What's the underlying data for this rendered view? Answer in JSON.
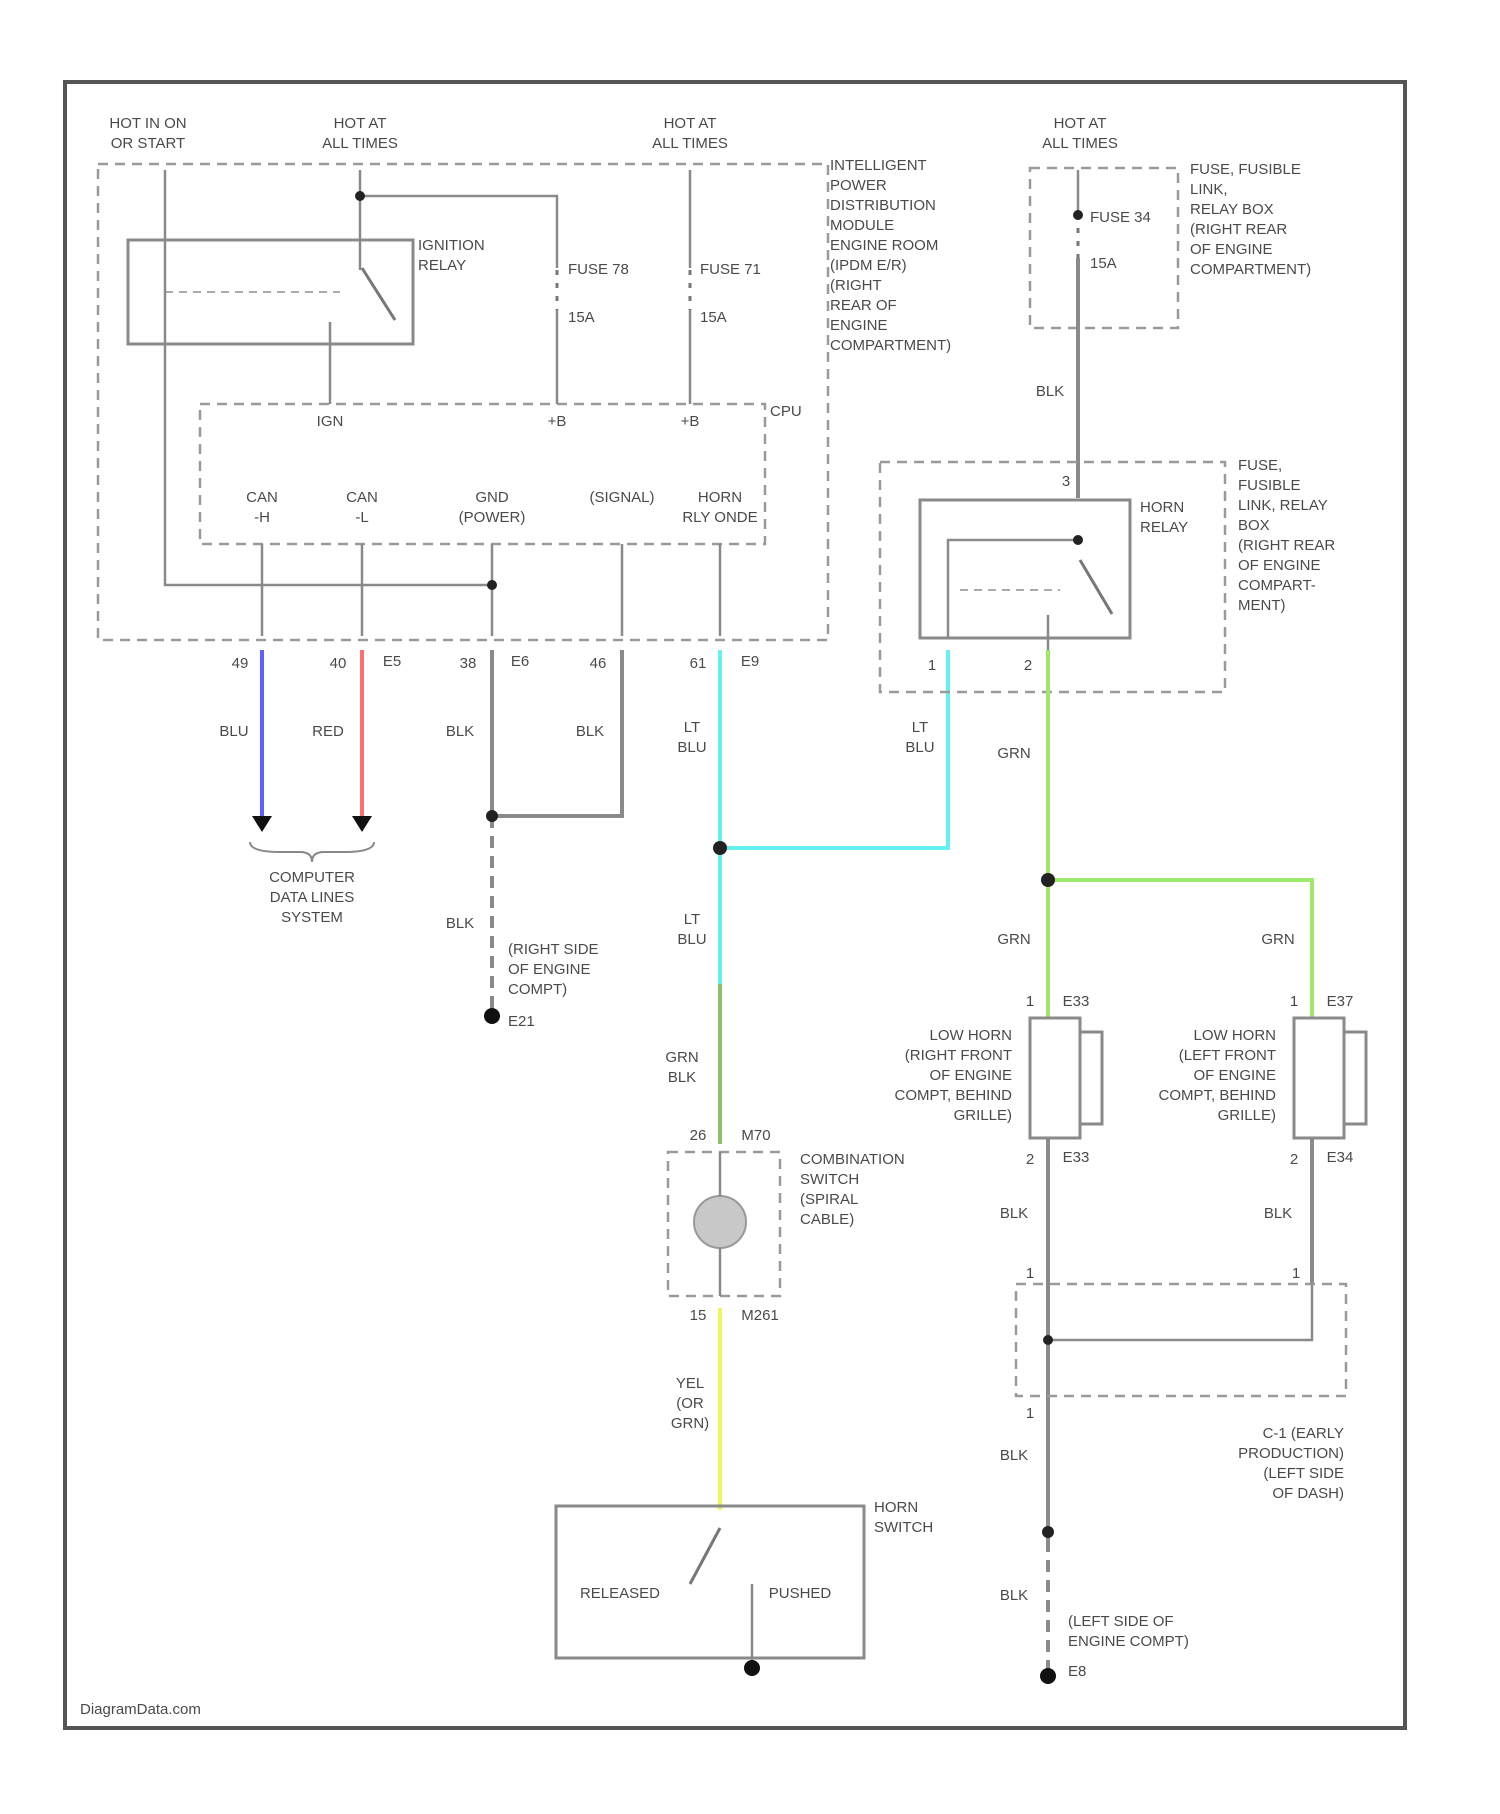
{
  "colors": {
    "border": "#555555",
    "wire_gray": "#8a8a8a",
    "can_h": "#6060ff",
    "can_l": "#ff7070",
    "lt_blu": "#66f0f0",
    "grn": "#9ee86a",
    "yel_grn": "#f2f25a",
    "grn_blk": "#8fbf6a"
  },
  "diagram": {
    "top": {
      "hot_in_on_start": [
        "HOT IN ON",
        "OR START"
      ],
      "hot_at_all_times_1": [
        "HOT AT",
        "ALL TIMES"
      ],
      "hot_at_all_times_2": [
        "HOT AT",
        "ALL TIMES"
      ],
      "hot_at_all_times_3": [
        "HOT AT",
        "ALL TIMES"
      ]
    },
    "ipdm": {
      "label": [
        "INTELLIGENT",
        "POWER",
        "DISTRIBUTION",
        "MODULE",
        "ENGINE ROOM",
        "(IPDM E/R)",
        "(RIGHT",
        "REAR OF",
        "ENGINE",
        "COMPARTMENT)"
      ],
      "ignition_relay": [
        "IGNITION",
        "RELAY"
      ],
      "fuse_78": "FUSE 78",
      "fuse_78_amp": "15A",
      "fuse_71": "FUSE 71",
      "fuse_71_amp": "15A",
      "cpu": "CPU",
      "ign": "IGN",
      "plus_b_1": "+B",
      "plus_b_2": "+B",
      "can_h": [
        "CAN",
        "-H"
      ],
      "can_l": [
        "CAN",
        "-L"
      ],
      "gnd_power": [
        "GND",
        "(POWER)"
      ],
      "gnd_signal": "(SIGNAL)",
      "horn_rly_ond": [
        "HORN",
        "RLY ONDE"
      ]
    },
    "pins": {
      "p1": "49",
      "p2": "40",
      "p2_conn": "E5",
      "p3": "38",
      "p3_conn": "E6",
      "p4": "46",
      "p5": "61",
      "p5_conn": "E9"
    },
    "wires": {
      "blu": "BLU",
      "red": "RED",
      "blk_1": "BLK",
      "blk_2": "BLK",
      "lt_blu_1": [
        "LT",
        "BLU"
      ],
      "lt_blu_2": [
        "LT",
        "BLU"
      ],
      "lt_blu_3": [
        "LT",
        "BLU"
      ],
      "grn_1": "GRN",
      "grn_2": "GRN",
      "grn_3": "GRN",
      "grn_blk": [
        "GRN",
        "BLK"
      ],
      "yel_or_grn": [
        "YEL",
        "(OR",
        "GRN)"
      ],
      "blk_gnd1": "BLK",
      "blk_lh": "BLK",
      "blk_rh": "BLK",
      "blk_4": "BLK",
      "blk_5": "BLK",
      "blk_fuse": "BLK"
    },
    "computer_data": [
      "COMPUTER",
      "DATA LINES",
      "SYSTEM"
    ],
    "ground_e21": [
      "(RIGHT SIDE",
      "OF ENGINE",
      "COMPT)"
    ],
    "ground_e21_id": "E21",
    "fuse_box": {
      "fuse": "FUSE 34",
      "amp": "15A",
      "label": [
        "FUSE, FUSIBLE",
        "LINK,",
        "RELAY BOX",
        "(RIGHT REAR",
        "OF ENGINE",
        "COMPARTMENT)"
      ]
    },
    "horn_relay": {
      "label": [
        "HORN",
        "RELAY"
      ],
      "box_label": [
        "FUSE,",
        "FUSIBLE",
        "LINK, RELAY",
        "BOX",
        "(RIGHT REAR",
        "OF ENGINE",
        "COMPART-",
        "MENT)"
      ],
      "pin_top": "3",
      "pin_1": "1",
      "pin_2": "2"
    },
    "combination_switch": {
      "label": [
        "COMBINATION",
        "SWITCH",
        "(SPIRAL",
        "CABLE)"
      ],
      "pin_top": "26",
      "conn_top": "M70",
      "pin_bot": "15",
      "conn_bot": "M261"
    },
    "low_horn_rh": {
      "label": [
        "LOW HORN",
        "(RIGHT FRONT",
        "OF ENGINE",
        "COMPT, BEHIND",
        "GRILLE)"
      ],
      "pin_top": "1",
      "conn_top": "E33",
      "pin_bot": "2",
      "conn_bot": "E33"
    },
    "low_horn_lh": {
      "label": [
        "LOW HORN",
        "(LEFT FRONT",
        "OF ENGINE",
        "COMPT, BEHIND",
        "GRILLE)"
      ],
      "pin_top": "1",
      "conn_top": "E37",
      "pin_bot": "2",
      "conn_bot": "E34"
    },
    "joint": {
      "label": [
        "C-1 (EARLY",
        "PRODUCTION)",
        "(LEFT SIDE",
        "OF DASH)"
      ],
      "pin_a": "1",
      "pin_b": "1",
      "pin_c": "1"
    },
    "horn_switch": {
      "label": [
        "HORN",
        "SWITCH"
      ],
      "released": "RELEASED",
      "pushed": "PUSHED"
    },
    "ground_e8": [
      "(LEFT SIDE OF",
      "ENGINE COMPT)"
    ],
    "ground_e8_id": "E8",
    "watermark": "DiagramData.com"
  }
}
